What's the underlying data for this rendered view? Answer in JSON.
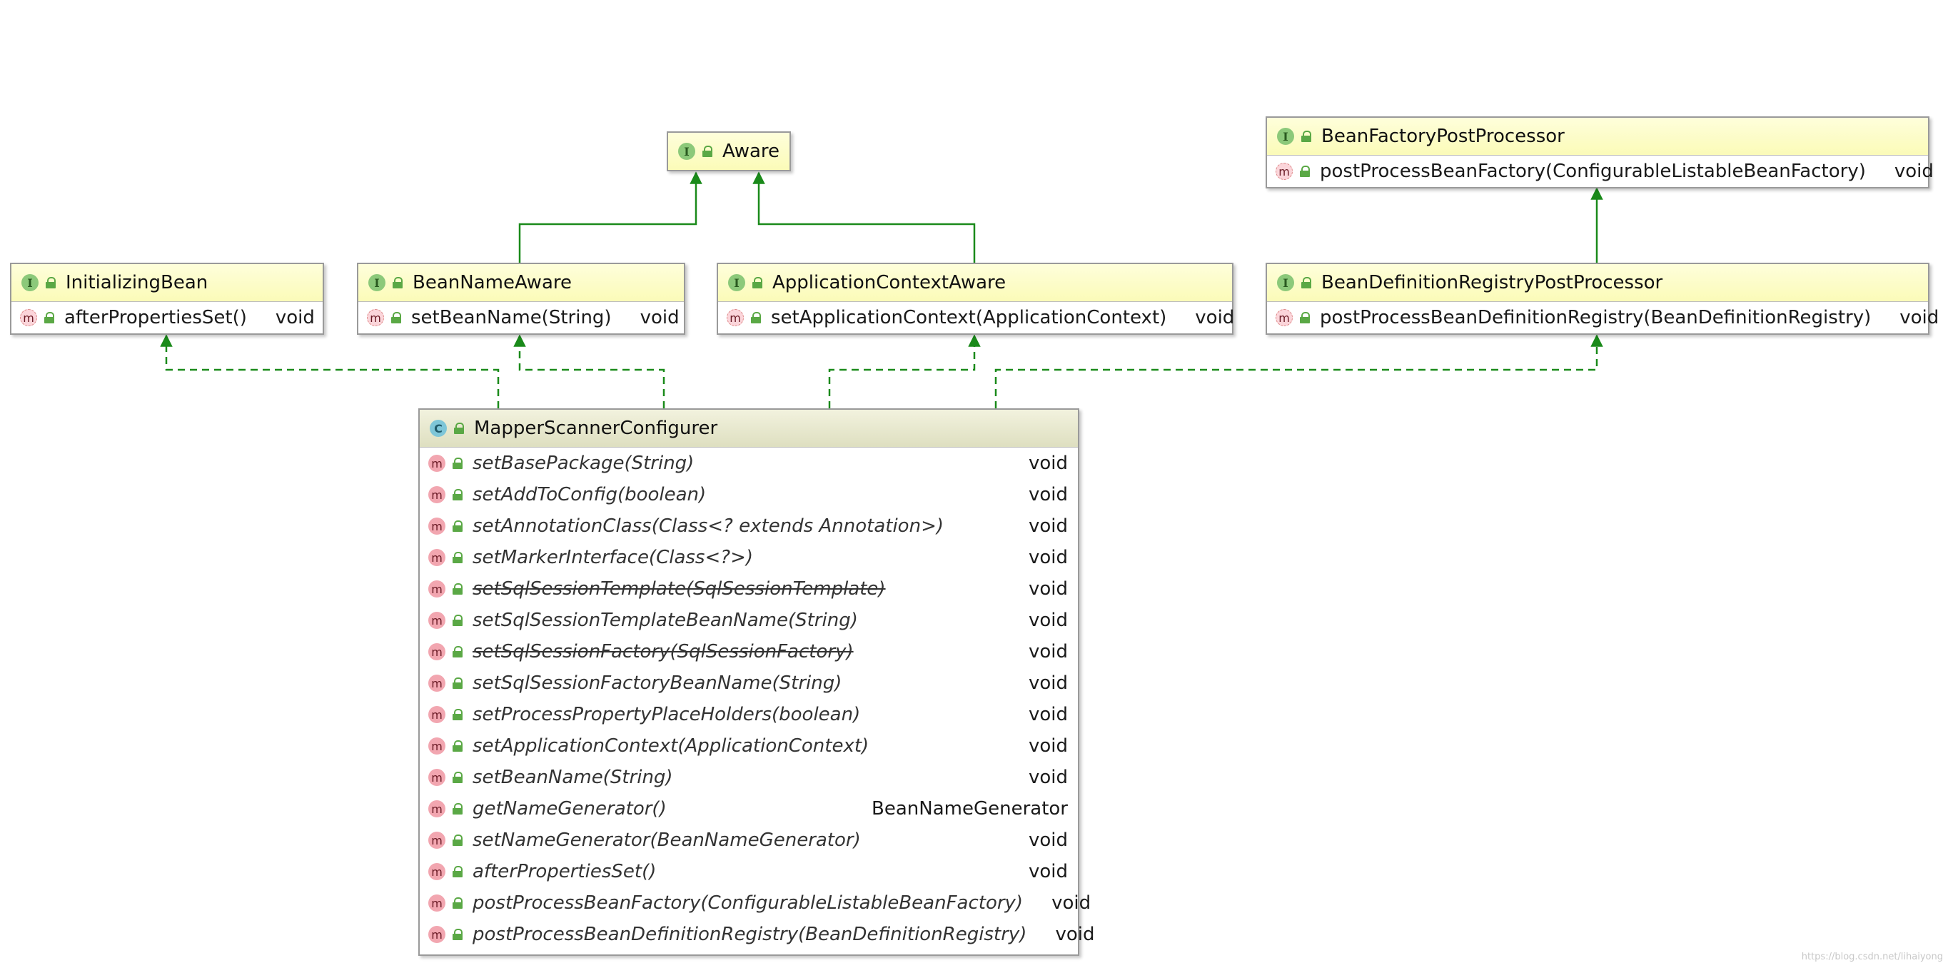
{
  "nodes": {
    "aware": {
      "kind": "I",
      "title": "Aware",
      "methods": []
    },
    "bean_factory_post_processor": {
      "kind": "I",
      "title": "BeanFactoryPostProcessor",
      "methods": [
        {
          "name": "postProcessBeanFactory(ConfigurableListableBeanFactory)",
          "ret": "void"
        }
      ]
    },
    "initializing_bean": {
      "kind": "I",
      "title": "InitializingBean",
      "methods": [
        {
          "name": "afterPropertiesSet()",
          "ret": "void"
        }
      ]
    },
    "bean_name_aware": {
      "kind": "I",
      "title": "BeanNameAware",
      "methods": [
        {
          "name": "setBeanName(String)",
          "ret": "void"
        }
      ]
    },
    "application_context_aware": {
      "kind": "I",
      "title": "ApplicationContextAware",
      "methods": [
        {
          "name": "setApplicationContext(ApplicationContext)",
          "ret": "void"
        }
      ]
    },
    "bean_definition_registry_post_processor": {
      "kind": "I",
      "title": "BeanDefinitionRegistryPostProcessor",
      "methods": [
        {
          "name": "postProcessBeanDefinitionRegistry(BeanDefinitionRegistry)",
          "ret": "void"
        }
      ]
    },
    "mapper_scanner_configurer": {
      "kind": "C",
      "title": "MapperScannerConfigurer",
      "methods": [
        {
          "name": "setBasePackage(String)",
          "ret": "void"
        },
        {
          "name": "setAddToConfig(boolean)",
          "ret": "void"
        },
        {
          "name": "setAnnotationClass(Class<? extends Annotation>)",
          "ret": "void"
        },
        {
          "name": "setMarkerInterface(Class<?>)",
          "ret": "void"
        },
        {
          "name": "setSqlSessionTemplate(SqlSessionTemplate)",
          "ret": "void",
          "deprecated": true
        },
        {
          "name": "setSqlSessionTemplateBeanName(String)",
          "ret": "void"
        },
        {
          "name": "setSqlSessionFactory(SqlSessionFactory)",
          "ret": "void",
          "deprecated": true
        },
        {
          "name": "setSqlSessionFactoryBeanName(String)",
          "ret": "void"
        },
        {
          "name": "setProcessPropertyPlaceHolders(boolean)",
          "ret": "void"
        },
        {
          "name": "setApplicationContext(ApplicationContext)",
          "ret": "void"
        },
        {
          "name": "setBeanName(String)",
          "ret": "void"
        },
        {
          "name": "getNameGenerator()",
          "ret": "BeanNameGenerator"
        },
        {
          "name": "setNameGenerator(BeanNameGenerator)",
          "ret": "void"
        },
        {
          "name": "afterPropertiesSet()",
          "ret": "void"
        },
        {
          "name": "postProcessBeanFactory(ConfigurableListableBeanFactory)",
          "ret": "void"
        },
        {
          "name": "postProcessBeanDefinitionRegistry(BeanDefinitionRegistry)",
          "ret": "void"
        }
      ]
    }
  },
  "badges": {
    "interface": "I",
    "class": "C",
    "method": "m"
  },
  "colors": {
    "edge": "#1a8a1a",
    "header": "#fbfbb8",
    "class_header": "#dedfc0"
  },
  "watermark": "https://blog.csdn.net/lihaiyong"
}
